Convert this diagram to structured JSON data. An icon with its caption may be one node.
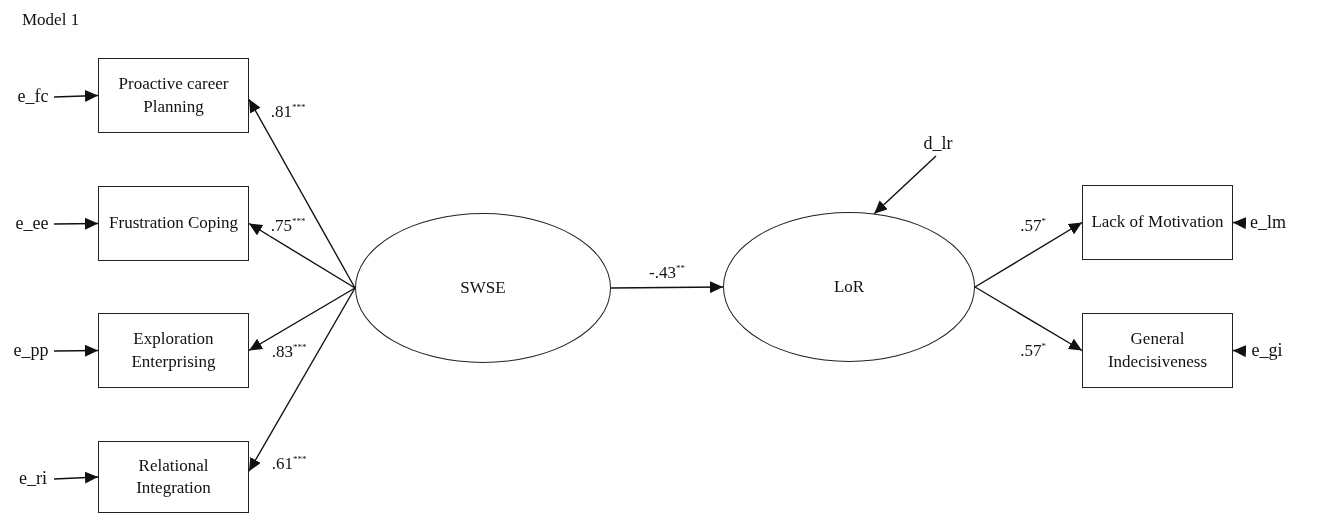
{
  "diagram": {
    "title": "Model 1",
    "nodes": [
      {
        "text": [
          "Proactive career Planning"
        ]
      },
      {
        "text": [
          "Frustration Coping"
        ]
      },
      {
        "text": [
          "Exploration Enterprising"
        ]
      },
      {
        "text": [
          "Relational Integration"
        ]
      },
      {
        "text": [
          "SWSE"
        ]
      },
      {
        "text": [
          "LoR"
        ]
      },
      {
        "text": [
          "Lack of Motivation"
        ]
      },
      {
        "text": [
          "General Indecisiveness"
        ]
      },
      {
        "text": [
          "e_fc"
        ]
      },
      {
        "text": [
          "e_ee"
        ]
      },
      {
        "text": [
          "e_pp"
        ]
      },
      {
        "text": [
          "e_ri"
        ]
      },
      {
        "text": [
          "d_lr"
        ]
      },
      {
        "text": [
          "e_lm"
        ]
      },
      {
        "text": [
          "e_gi"
        ]
      }
    ],
    "edges": [
      {
        "from": 4,
        "to": 0,
        "arrow": "to",
        "label": ".81$^{***}$"
      },
      {
        "from": 4,
        "to": 1,
        "arrow": "to",
        "label": ".75$^{***}$"
      },
      {
        "from": 4,
        "to": 2,
        "arrow": "to",
        "label": ".83$^{***}$"
      },
      {
        "from": 4,
        "to": 3,
        "arrow": "to",
        "label": ".61$^{***}$"
      },
      {
        "from": 4,
        "to": 5,
        "arrow": "to",
        "label": "-.43$^{**}$"
      },
      {
        "from": 5,
        "to": 6,
        "arrow": "to",
        "label": ".57$^{*}$"
      },
      {
        "from": 5,
        "to": 7,
        "arrow": "to",
        "label": ".57$^{*}$"
      },
      {
        "from": 8,
        "to": 0,
        "arrow": "to"
      },
      {
        "from": 9,
        "to": 1,
        "arrow": "to"
      },
      {
        "from": 10,
        "to": 2,
        "arrow": "to"
      },
      {
        "from": 11,
        "to": 3,
        "arrow": "to"
      },
      {
        "from": 12,
        "to": 5,
        "arrow": "to"
      },
      {
        "from": 13,
        "to": 6,
        "arrow": "to"
      },
      {
        "from": 14,
        "to": 7,
        "arrow": "to"
      }
    ]
  }
}
